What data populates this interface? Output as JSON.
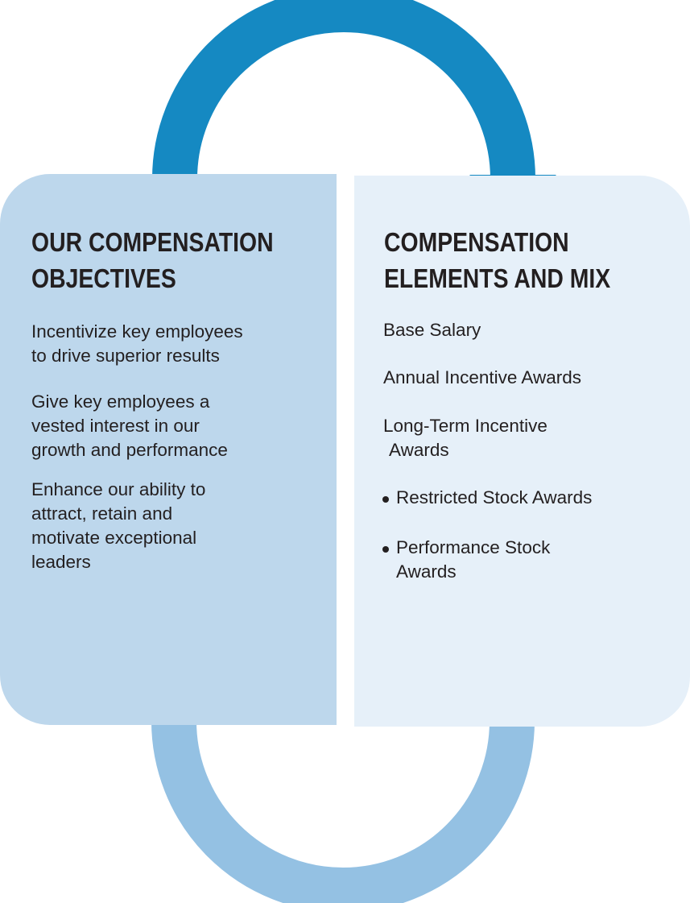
{
  "colors": {
    "top_arrow": "#1589c2",
    "bottom_arrow": "#94c1e3",
    "left_panel": "#bdd7ec",
    "right_panel": "#e6f0f9",
    "text": "#231f20"
  },
  "icons": [
    "arrow-top-icon",
    "arrow-bottom-icon",
    "bullet-icon"
  ],
  "left_panel": {
    "heading_lines": [
      "OUR COMPENSATION",
      "OBJECTIVES"
    ],
    "objectives": [
      {
        "lines": [
          "Incentivize key employees",
          "to drive superior results"
        ]
      },
      {
        "lines": [
          "Give key employees a",
          "vested interest in our",
          "growth and performance"
        ]
      },
      {
        "lines": [
          "Enhance our ability to",
          "attract, retain and",
          "motivate exceptional",
          "leaders"
        ]
      }
    ]
  },
  "right_panel": {
    "heading_lines": [
      "COMPENSATION",
      "ELEMENTS AND MIX"
    ],
    "elements": [
      {
        "lines": [
          "Base Salary"
        ]
      },
      {
        "lines": [
          "Annual Incentive Awards"
        ]
      },
      {
        "lines": [
          "Long-Term Incentive",
          "Awards"
        ]
      }
    ],
    "sub_elements": [
      {
        "lines": [
          "Restricted Stock Awards"
        ]
      },
      {
        "lines": [
          "Performance Stock",
          "Awards"
        ]
      }
    ]
  }
}
